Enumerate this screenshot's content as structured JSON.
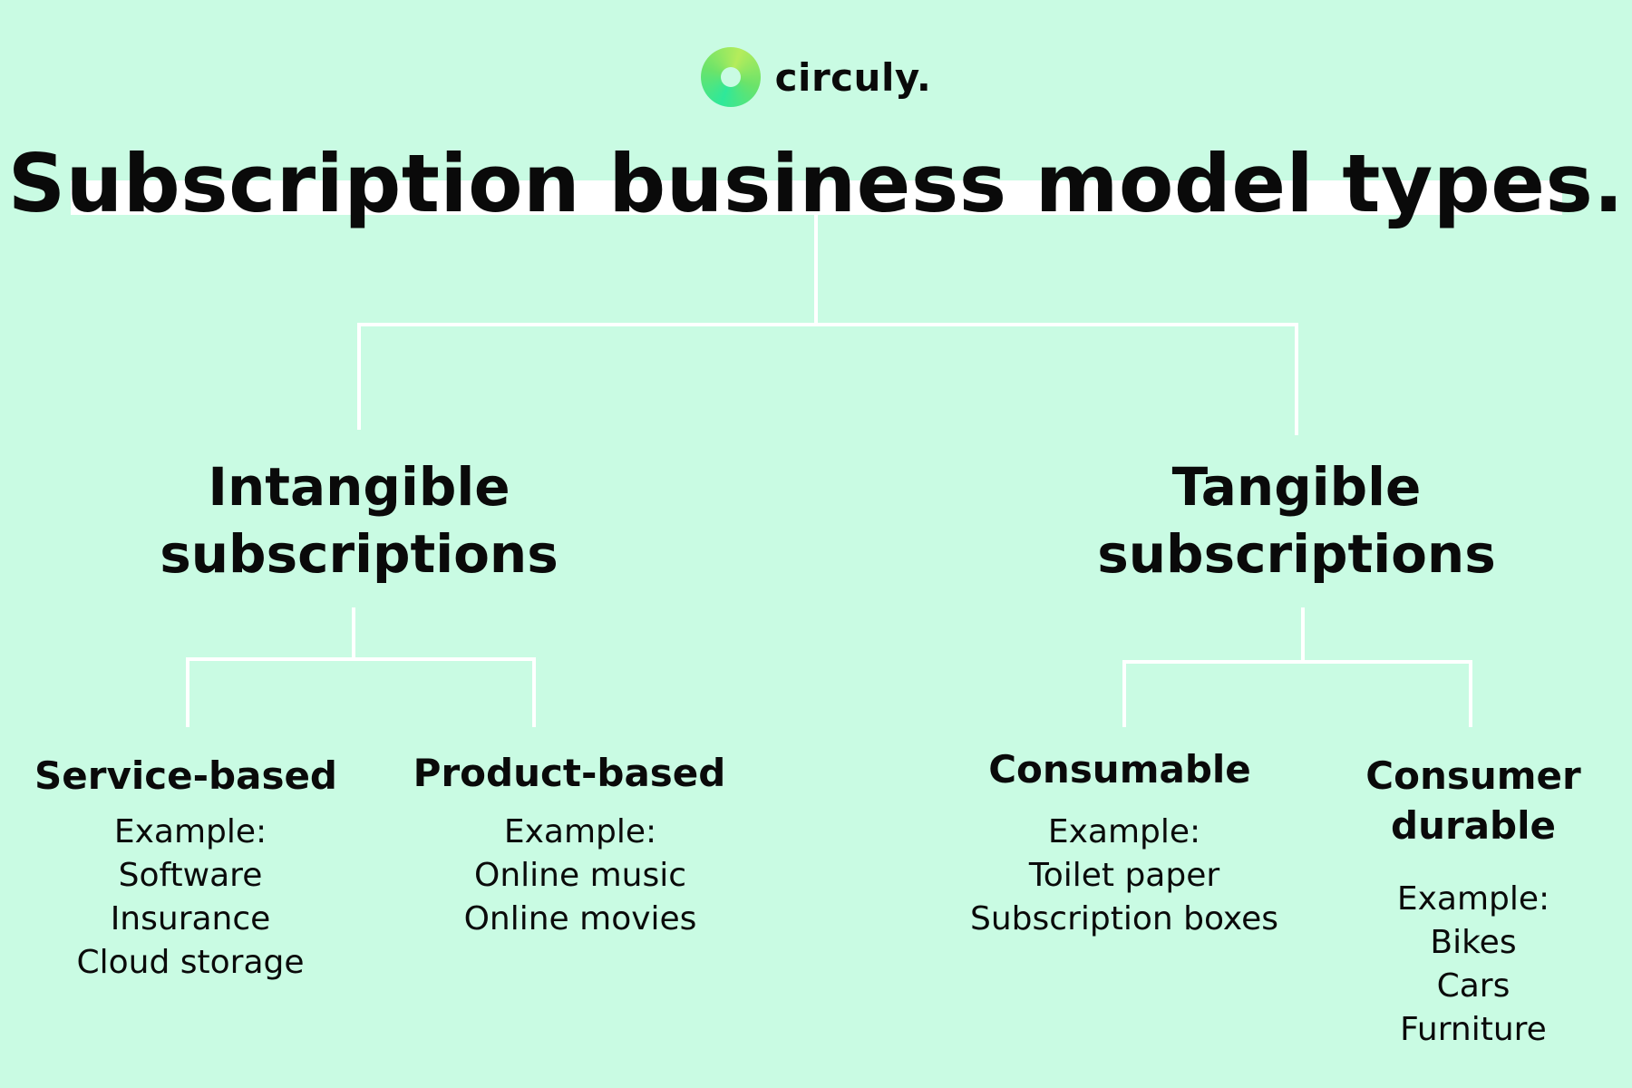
{
  "brand": {
    "name": "circuly.",
    "logo_icon": "circuly-ring-icon"
  },
  "title": "Subscription business model types.",
  "colors": {
    "background": "#c9fbe3",
    "lines": "#ffffff",
    "text": "#0a0a0a"
  },
  "categories": [
    {
      "line1": "Intangible",
      "line2": "subscriptions",
      "types": [
        {
          "title": "Service-based",
          "examples_label": "Example:",
          "examples": [
            "Software",
            "Insurance",
            "Cloud storage"
          ]
        },
        {
          "title": "Product-based",
          "examples_label": "Example:",
          "examples": [
            "Online music",
            "Online movies"
          ]
        }
      ]
    },
    {
      "line1": "Tangible",
      "line2": "subscriptions",
      "types": [
        {
          "title": "Consumable",
          "examples_label": "Example:",
          "examples": [
            "Toilet paper",
            "Subscription boxes"
          ]
        },
        {
          "title_line1": "Consumer",
          "title_line2": "durable",
          "examples_label": "Example:",
          "examples": [
            "Bikes",
            "Cars",
            "Furniture"
          ]
        }
      ]
    }
  ]
}
